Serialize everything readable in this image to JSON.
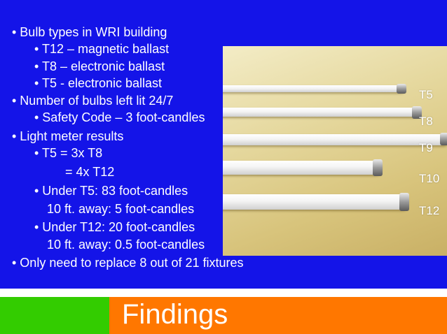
{
  "slide": {
    "title": "Findings",
    "bullets": [
      "• Bulb types in WRI building",
      "• T12 – magnetic ballast",
      "• T8 – electronic ballast",
      "• T5 - electronic ballast",
      "• Number of bulbs left lit 24/7",
      "• Safety Code – 3 foot-candles",
      "• Light meter results",
      "• T5 = 3x T8",
      "= 4x T12",
      "• Under T5: 83 foot-candles",
      "10 ft. away: 5 foot-candles",
      "• Under T12: 20 foot-candles",
      "10 ft. away: 0.5 foot-candles",
      "• Only need to replace 8 out of 21 fixtures"
    ],
    "tube_labels": [
      "T5",
      "T8",
      "T9",
      "T10",
      "T12"
    ]
  },
  "colors": {
    "background_blue": "#1414e8",
    "footer_green": "#33cc00",
    "footer_orange": "#ff7700",
    "text": "#ffffff"
  }
}
